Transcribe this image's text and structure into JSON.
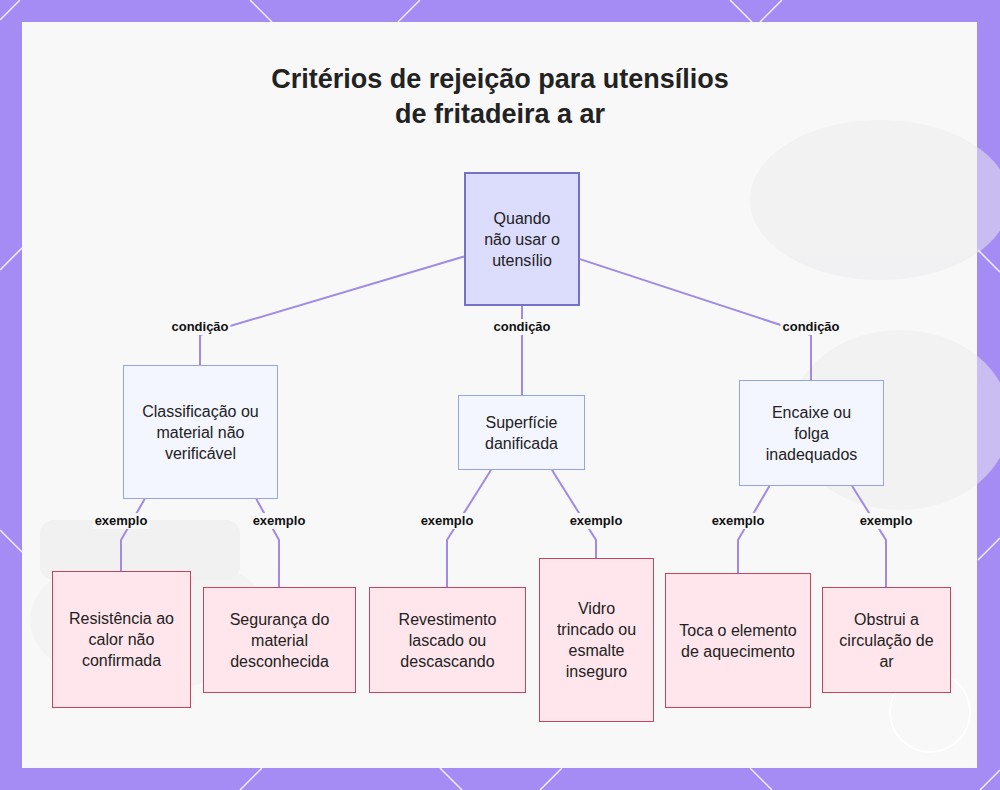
{
  "diagram": {
    "title": "Critérios de rejeição para utensílios de fritadeira a ar",
    "nodes": [
      {
        "text": [
          "Quando não usar o utensílio"
        ]
      },
      {
        "text": [
          "Classificação ou material não verificável"
        ]
      },
      {
        "text": [
          "Superfície danificada"
        ]
      },
      {
        "text": [
          "Encaixe ou folga inadequados"
        ]
      },
      {
        "text": [
          "Resistência ao calor não confirmada"
        ]
      },
      {
        "text": [
          "Segurança do material desconhecida"
        ]
      },
      {
        "text": [
          "Revestimento lascado ou descascando"
        ]
      },
      {
        "text": [
          "Vidro trincado ou esmalte inseguro"
        ]
      },
      {
        "text": [
          "Toca o elemento de aquecimento"
        ]
      },
      {
        "text": [
          "Obstrui a circulação de ar"
        ]
      }
    ],
    "edges": [
      {
        "from": 0,
        "to": 1,
        "label": "condição",
        "arrow": "none"
      },
      {
        "from": 0,
        "to": 2,
        "label": "condição",
        "arrow": "none"
      },
      {
        "from": 0,
        "to": 3,
        "label": "condição",
        "arrow": "none"
      },
      {
        "from": 1,
        "to": 4,
        "label": "exemplo",
        "arrow": "none"
      },
      {
        "from": 1,
        "to": 5,
        "label": "exemplo",
        "arrow": "none"
      },
      {
        "from": 2,
        "to": 6,
        "label": "exemplo",
        "arrow": "none"
      },
      {
        "from": 2,
        "to": 7,
        "label": "exemplo",
        "arrow": "none"
      },
      {
        "from": 3,
        "to": 8,
        "label": "exemplo",
        "arrow": "none"
      },
      {
        "from": 3,
        "to": 9,
        "label": "exemplo",
        "arrow": "none"
      }
    ]
  }
}
